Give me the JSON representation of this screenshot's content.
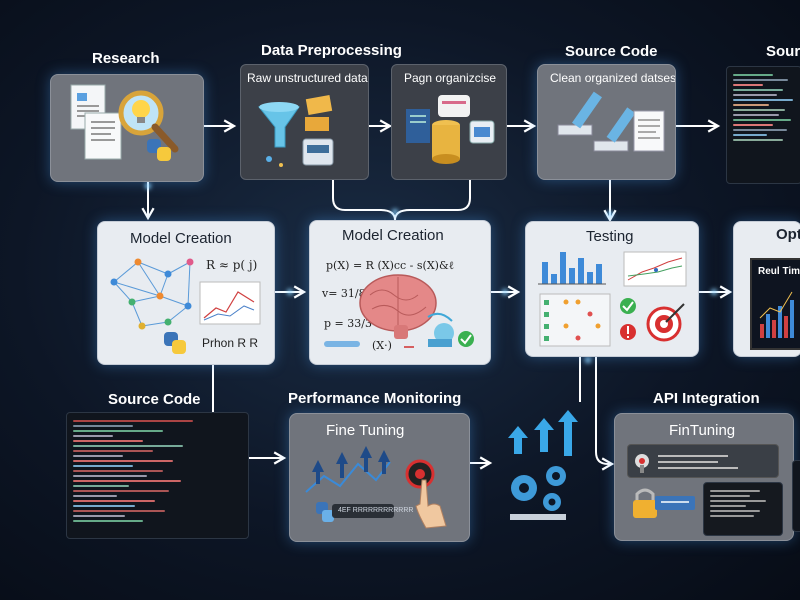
{
  "stages": {
    "research": "Research",
    "data_preprocessing": "Data Preprocessing",
    "source_code_top": "Source Code",
    "source_code_top_cut": "Sour",
    "model_creation_left": "Model Creation",
    "model_creation_center": "Model Creation",
    "testing": "Testing",
    "optimization_cut": "Opt",
    "source_code_bottom": "Source Code",
    "performance_monitoring": "Performance Monitoring",
    "fine_tuning": "Fine Tuning",
    "api_integration": "API Integration",
    "fine_tuning_api": "FinTuning"
  },
  "sub_panels": {
    "raw_data": "Raw unstructured data",
    "pagn": "Pagn organizcise",
    "clean_data": "Clean organized datsest"
  },
  "model_left": {
    "formula": "R ≈ p( j)",
    "languages": "Prhon R R"
  },
  "model_center": {
    "formula_1": "p(X) = R (X)cc - s(X)&ℓ",
    "formula_2": "v= 31/8  1",
    "formula_3": "p = 33/3  1",
    "formula_x": "(X·)"
  },
  "optimization": {
    "screen_text": "Reul Time"
  },
  "fine_tuning": {
    "pill_text": "4EF RRRRRRRRRRRR"
  },
  "colors": {
    "accent": "#3aa0ff",
    "connector": "#ffffff",
    "panel_dark": "#4b5058",
    "panel_light": "#e8ecf1"
  },
  "icons": [
    "document-icon",
    "lightbulb-icon",
    "magnifier-icon",
    "python-icon",
    "funnel-icon",
    "database-icon",
    "code-window-icon",
    "brain-icon",
    "bar-chart-icon",
    "target-icon",
    "gear-icon",
    "hand-click-icon",
    "up-arrows-icon"
  ]
}
